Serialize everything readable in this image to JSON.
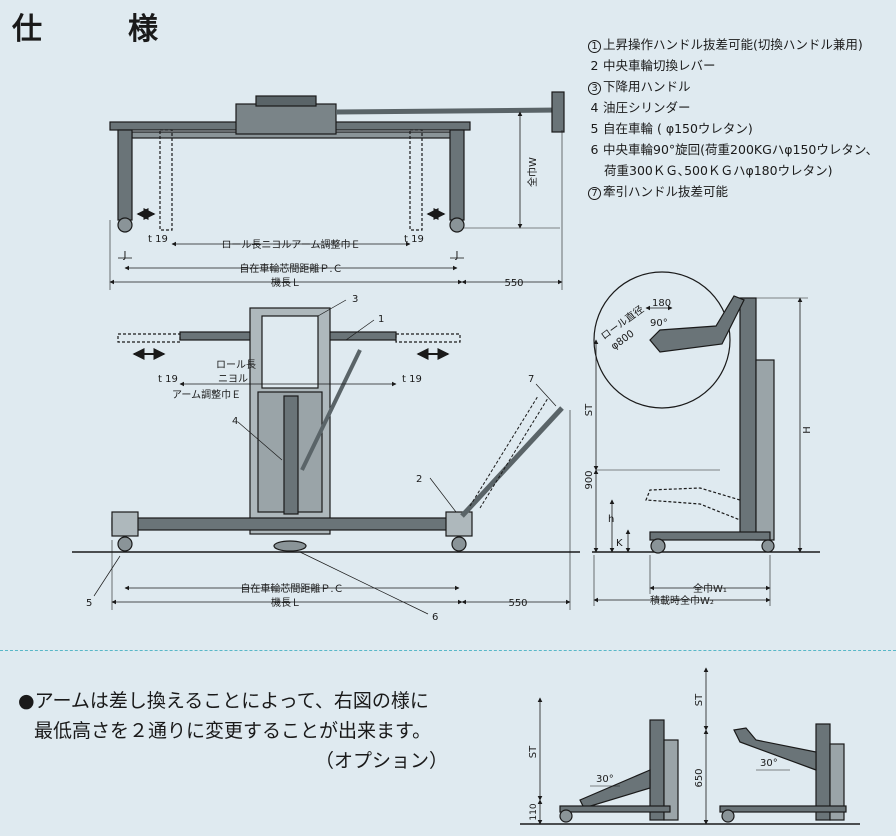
{
  "page": {
    "title": "仕　様"
  },
  "legend": [
    {
      "mark": "1",
      "circled": true,
      "text": "上昇操作ハンドル抜差可能(切換ハンドル兼用)"
    },
    {
      "mark": "2",
      "circled": false,
      "text": "中央車輪切換レバー"
    },
    {
      "mark": "3",
      "circled": true,
      "text": "下降用ハンドル"
    },
    {
      "mark": "4",
      "circled": false,
      "text": "油圧シリンダー"
    },
    {
      "mark": "5",
      "circled": false,
      "text": "自在車輪 ( φ150ウレタン)"
    },
    {
      "mark": "6",
      "circled": false,
      "text": "中央車輪90°旋回(荷重200KGハφ150ウレタン、"
    },
    {
      "mark": "",
      "circled": false,
      "text": "荷重300ＫＧ､500ＫＧハφ180ウレタン)"
    },
    {
      "mark": "7",
      "circled": true,
      "text": "牽引ハンドル抜差可能"
    }
  ],
  "top_view": {
    "width_label": "全巾W",
    "t_left": "t 19",
    "t_right": "t 19",
    "roll_label": "ロール長ニヨルアーム調整巾Ｅ",
    "j_left": "J",
    "j_right": "J",
    "pc_label": "自在車輪芯間距離Ｐ.Ｃ",
    "l_label": "機長Ｌ",
    "dim_550": "550"
  },
  "front_view": {
    "callout_3": "3",
    "callout_1": "1",
    "callout_4": "4",
    "callout_2": "2",
    "callout_7": "7",
    "callout_5": "5",
    "callout_6": "6",
    "roll_label_1": "ロール長",
    "roll_label_2": "ニヨル",
    "arm_label": "アーム調整巾Ｅ",
    "t_left": "t 19",
    "t_right": "t 19",
    "pc_label": "自在車輪芯間距離Ｐ.Ｃ",
    "l_label": "機長Ｌ",
    "dim_550": "550"
  },
  "side_view": {
    "dim_180": "180",
    "angle_90": "90°",
    "roll_dia_1": "ロール直径",
    "roll_dia_2": "φ800",
    "st": "ST",
    "h_upper": "H",
    "dim_900": "900",
    "h_lower": "h",
    "k": "K",
    "w1": "全巾W₁",
    "w2": "積載時全巾W₂"
  },
  "note": {
    "line1": "●アームは差し換えることによって、右図の様に",
    "line2": "最低高さを２通りに変更することが出来ます。",
    "line3": "（オプション）"
  },
  "option_view": {
    "st_left": "ST",
    "angle_left": "30°",
    "dim_110": "110",
    "st_right": "ST",
    "angle_right": "30°",
    "dim_650": "650"
  }
}
